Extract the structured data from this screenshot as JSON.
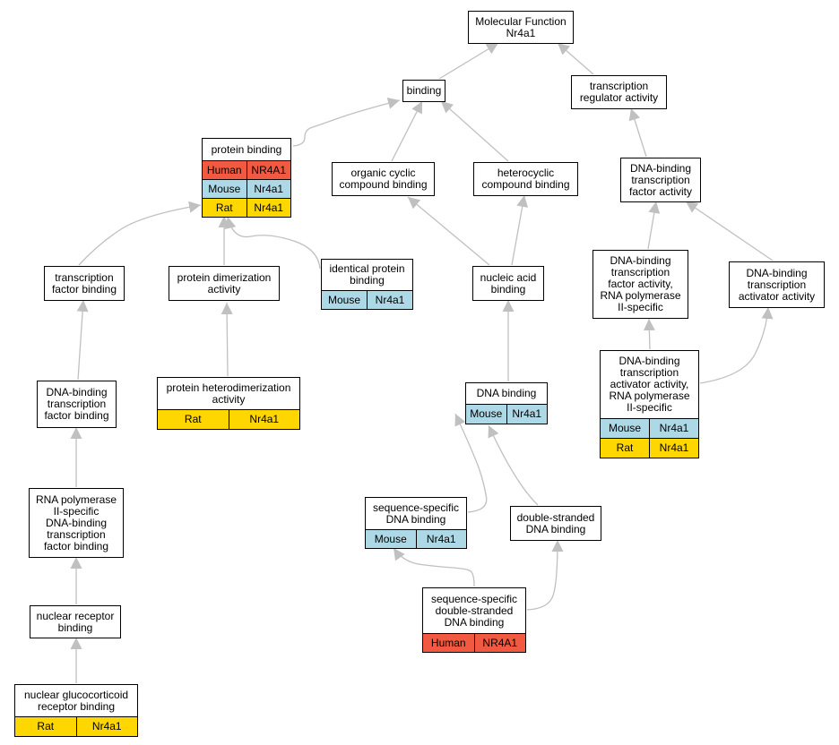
{
  "diagram": {
    "nodes": [
      {
        "id": "mf",
        "label": "Molecular Function\nNr4a1",
        "rows": []
      },
      {
        "id": "binding",
        "label": "binding",
        "rows": []
      },
      {
        "id": "tra",
        "label": "transcription\nregulator activity",
        "rows": []
      },
      {
        "id": "pb",
        "label": "protein binding",
        "rows": [
          {
            "species": "Human",
            "gene": "NR4A1",
            "color": "#f15a40"
          },
          {
            "species": "Mouse",
            "gene": "Nr4a1",
            "color": "#add8e6"
          },
          {
            "species": "Rat",
            "gene": "Nr4a1",
            "color": "#ffd700"
          }
        ]
      },
      {
        "id": "occb",
        "label": "organic cyclic\ncompound binding",
        "rows": []
      },
      {
        "id": "hcb",
        "label": "heterocyclic\ncompound binding",
        "rows": []
      },
      {
        "id": "dbtfa",
        "label": "DNA-binding\ntranscription\nfactor activity",
        "rows": []
      },
      {
        "id": "tfb",
        "label": "transcription\nfactor binding",
        "rows": []
      },
      {
        "id": "pda",
        "label": "protein dimerization\nactivity",
        "rows": []
      },
      {
        "id": "ipb",
        "label": "identical protein\nbinding",
        "rows": [
          {
            "species": "Mouse",
            "gene": "Nr4a1",
            "color": "#add8e6"
          }
        ]
      },
      {
        "id": "nab",
        "label": "nucleic acid\nbinding",
        "rows": []
      },
      {
        "id": "dbtfa2",
        "label": "DNA-binding\ntranscription\nfactor activity,\nRNA polymerase\nII-specific",
        "rows": []
      },
      {
        "id": "dbtaa",
        "label": "DNA-binding\ntranscription\nactivator activity",
        "rows": []
      },
      {
        "id": "phda",
        "label": "protein heterodimerization\nactivity",
        "rows": [
          {
            "species": "Rat",
            "gene": "Nr4a1",
            "color": "#ffd700"
          }
        ]
      },
      {
        "id": "dbtfb",
        "label": "DNA-binding\ntranscription\nfactor binding",
        "rows": []
      },
      {
        "id": "dnab",
        "label": "DNA binding",
        "rows": [
          {
            "species": "Mouse",
            "gene": "Nr4a1",
            "color": "#add8e6"
          }
        ]
      },
      {
        "id": "dbtaa2",
        "label": "DNA-binding\ntranscription\nactivator activity,\nRNA polymerase\nII-specific",
        "rows": [
          {
            "species": "Mouse",
            "gene": "Nr4a1",
            "color": "#add8e6"
          },
          {
            "species": "Rat",
            "gene": "Nr4a1",
            "color": "#ffd700"
          }
        ]
      },
      {
        "id": "rnapb",
        "label": "RNA polymerase\nII-specific\nDNA-binding\ntranscription\nfactor binding",
        "rows": []
      },
      {
        "id": "ssdb",
        "label": "sequence-specific\nDNA binding",
        "rows": [
          {
            "species": "Mouse",
            "gene": "Nr4a1",
            "color": "#add8e6"
          }
        ]
      },
      {
        "id": "dsdb",
        "label": "double-stranded\nDNA binding",
        "rows": []
      },
      {
        "id": "nrb",
        "label": "nuclear receptor\nbinding",
        "rows": []
      },
      {
        "id": "ssdsdb",
        "label": "sequence-specific\ndouble-stranded\nDNA binding",
        "rows": [
          {
            "species": "Human",
            "gene": "NR4A1",
            "color": "#f15a40"
          }
        ]
      },
      {
        "id": "ngrb",
        "label": "nuclear glucocorticoid\nreceptor binding",
        "rows": [
          {
            "species": "Rat",
            "gene": "Nr4a1",
            "color": "#ffd700"
          }
        ]
      }
    ],
    "edges": [
      {
        "from": "binding",
        "to": "mf"
      },
      {
        "from": "tra",
        "to": "mf"
      },
      {
        "from": "pb",
        "to": "binding"
      },
      {
        "from": "occb",
        "to": "binding"
      },
      {
        "from": "hcb",
        "to": "binding"
      },
      {
        "from": "dbtfa",
        "to": "tra"
      },
      {
        "from": "tfb",
        "to": "pb"
      },
      {
        "from": "pda",
        "to": "pb"
      },
      {
        "from": "ipb",
        "to": "pb"
      },
      {
        "from": "nab",
        "to": "occb"
      },
      {
        "from": "nab",
        "to": "hcb"
      },
      {
        "from": "dbtfa2",
        "to": "dbtfa"
      },
      {
        "from": "dbtaa",
        "to": "dbtfa"
      },
      {
        "from": "phda",
        "to": "pda"
      },
      {
        "from": "dbtfb",
        "to": "tfb"
      },
      {
        "from": "dnab",
        "to": "nab"
      },
      {
        "from": "dbtaa2",
        "to": "dbtfa2"
      },
      {
        "from": "dbtaa2",
        "to": "dbtaa"
      },
      {
        "from": "rnapb",
        "to": "dbtfb"
      },
      {
        "from": "ssdb",
        "to": "dnab"
      },
      {
        "from": "dsdb",
        "to": "dnab"
      },
      {
        "from": "nrb",
        "to": "rnapb"
      },
      {
        "from": "ssdsdb",
        "to": "ssdb"
      },
      {
        "from": "ssdsdb",
        "to": "dsdb"
      },
      {
        "from": "ngrb",
        "to": "nrb"
      }
    ],
    "colors": {
      "edge": "#c0c0c0",
      "human": "#f15a40",
      "mouse": "#add8e6",
      "rat": "#ffd700"
    }
  }
}
